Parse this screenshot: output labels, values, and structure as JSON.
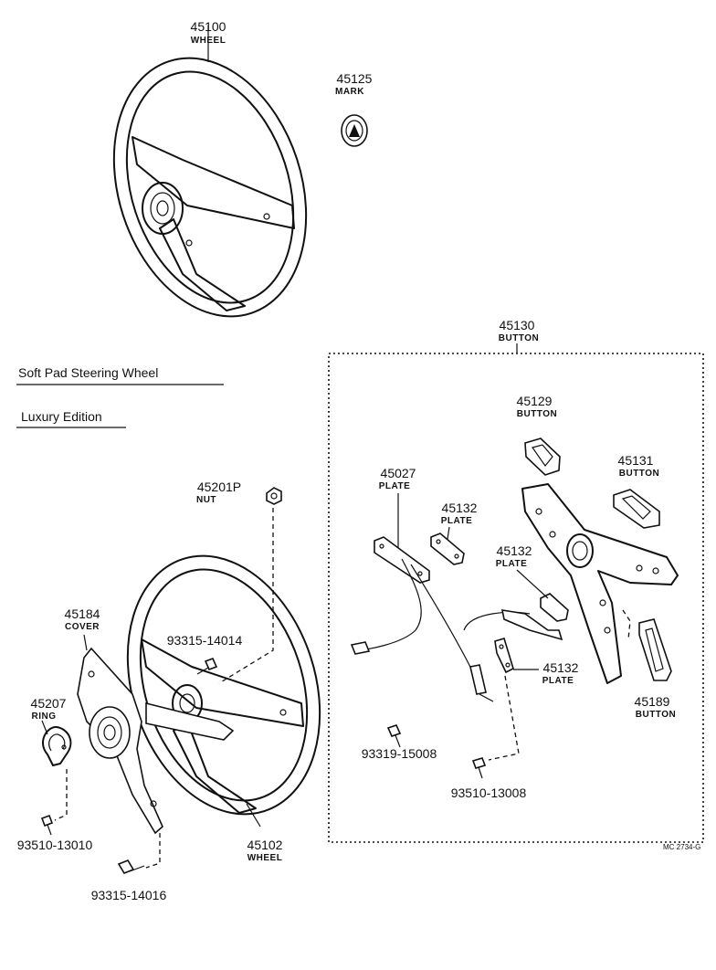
{
  "headings": {
    "soft_pad": "Soft Pad Steering Wheel",
    "luxury": "Luxury Edition"
  },
  "corner_code": "MC 2734-G",
  "labels": {
    "wheel_top": {
      "number": "45100",
      "name": "WHEEL"
    },
    "mark": {
      "number": "45125",
      "name": "MARK"
    },
    "button_kit": {
      "number": "45130",
      "name": "BUTTON"
    },
    "button_129": {
      "number": "45129",
      "name": "BUTTON"
    },
    "button_131": {
      "number": "45131",
      "name": "BUTTON"
    },
    "plate_027": {
      "number": "45027",
      "name": "PLATE"
    },
    "plate_132a": {
      "number": "45132",
      "name": "PLATE"
    },
    "plate_132b": {
      "number": "45132",
      "name": "PLATE"
    },
    "plate_132c": {
      "number": "45132",
      "name": "PLATE"
    },
    "button_189": {
      "number": "45189",
      "name": "BUTTON"
    },
    "nut": {
      "number": "45201P",
      "name": "NUT"
    },
    "cover": {
      "number": "45184",
      "name": "COVER"
    },
    "ring": {
      "number": "45207",
      "name": "RING"
    },
    "wheel_bottom": {
      "number": "45102",
      "name": "WHEEL"
    },
    "screw_14014": {
      "number": "93315-14014"
    },
    "screw_15008": {
      "number": "93319-15008"
    },
    "screw_13008": {
      "number": "93510-13008"
    },
    "screw_13010": {
      "number": "93510-13010"
    },
    "screw_14016": {
      "number": "93315-14016"
    }
  }
}
